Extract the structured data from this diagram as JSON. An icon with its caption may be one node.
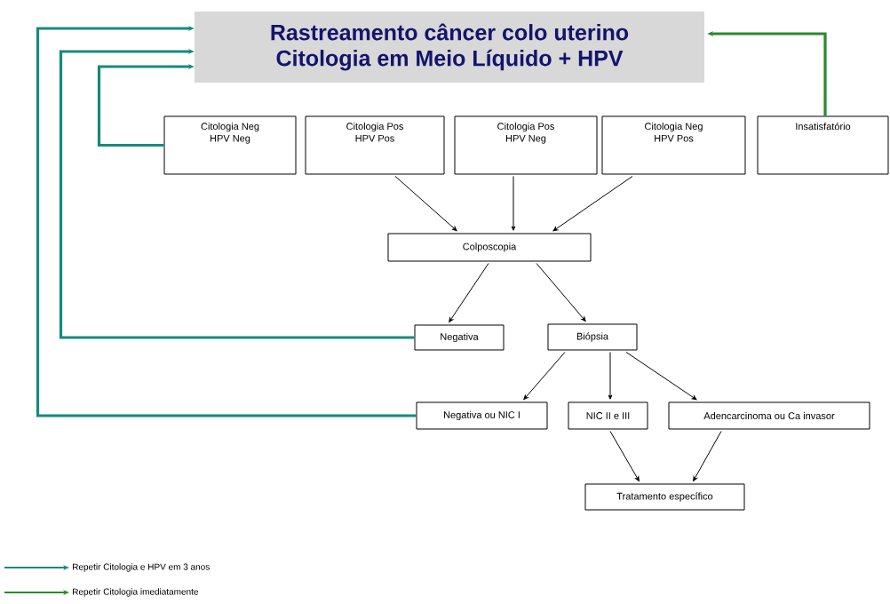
{
  "diagram": {
    "nodes": [
      {
        "text": [
          "Rastreamento câncer colo uterino Citologia em Meio Líquido + HPV"
        ]
      },
      {
        "text": [
          "Citologia Neg HPV Neg"
        ]
      },
      {
        "text": [
          "Citologia Pos HPV Pos"
        ]
      },
      {
        "text": [
          "Citologia Pos HPV Neg"
        ]
      },
      {
        "text": [
          "Citologia Neg HPV Pos"
        ]
      },
      {
        "text": [
          "Insatisfatório"
        ]
      },
      {
        "text": [
          "Colposcopia"
        ]
      },
      {
        "text": [
          "Negativa"
        ]
      },
      {
        "text": [
          "Biópsia"
        ]
      },
      {
        "text": [
          "Negativa ou NIC I"
        ]
      },
      {
        "text": [
          "NIC II e III"
        ]
      },
      {
        "text": [
          "Adencarcinoma ou Ca invasor"
        ]
      },
      {
        "text": [
          "Tratamento específico"
        ]
      }
    ],
    "edges": [
      {
        "from": 1,
        "to": 0,
        "arrow": "to",
        "style": "thick",
        "color": "#168a7e"
      },
      {
        "from": 7,
        "to": 0,
        "arrow": "to",
        "style": "thick",
        "color": "#168a7e"
      },
      {
        "from": 9,
        "to": 0,
        "arrow": "to",
        "style": "thick",
        "color": "#168a7e"
      },
      {
        "from": 5,
        "to": 0,
        "arrow": "to",
        "style": "thick",
        "color": "#2a8a2a"
      },
      {
        "from": 2,
        "to": 6,
        "arrow": "to"
      },
      {
        "from": 3,
        "to": 6,
        "arrow": "to"
      },
      {
        "from": 4,
        "to": 6,
        "arrow": "to"
      },
      {
        "from": 6,
        "to": 7,
        "arrow": "to"
      },
      {
        "from": 6,
        "to": 8,
        "arrow": "to"
      },
      {
        "from": 8,
        "to": 9,
        "arrow": "to"
      },
      {
        "from": 8,
        "to": 10,
        "arrow": "to"
      },
      {
        "from": 8,
        "to": 11,
        "arrow": "to"
      },
      {
        "from": 10,
        "to": 12,
        "arrow": "to"
      },
      {
        "from": 11,
        "to": 12,
        "arrow": "to"
      }
    ],
    "legend": [
      {
        "text": "Repetir Citologia e HPV em 3 anos"
      },
      {
        "text": "Repetir Citologia imediatamente"
      }
    ]
  }
}
